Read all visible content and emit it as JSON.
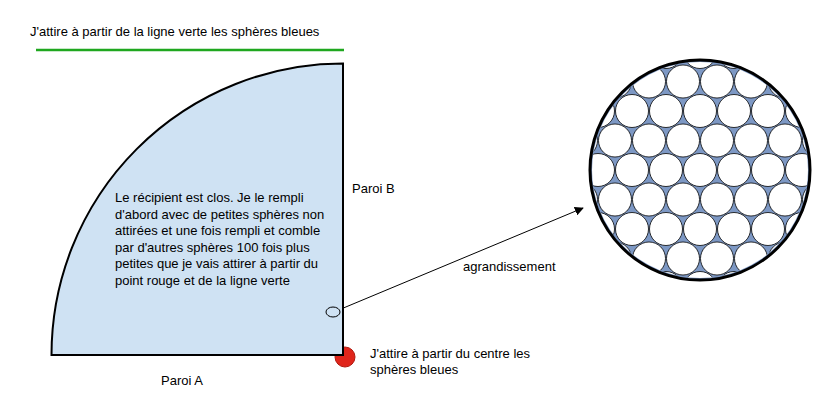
{
  "diagram": {
    "nodes": [
      {
        "text": [
          "Le récipient est clos. Je le rempli d'abord avec de petites sphères non attirées et une fois rempli et comble par d'autres sphères 100 fois plus petites que je vais attirer à partir du point rouge et de la ligne verte"
        ]
      }
    ],
    "labels": [
      "J'attire à partir de la ligne verte les sphères bleues",
      "Paroi B",
      "agrandissement",
      "J'attire à partir du centre les sphères bleues",
      "Paroi A"
    ]
  }
}
